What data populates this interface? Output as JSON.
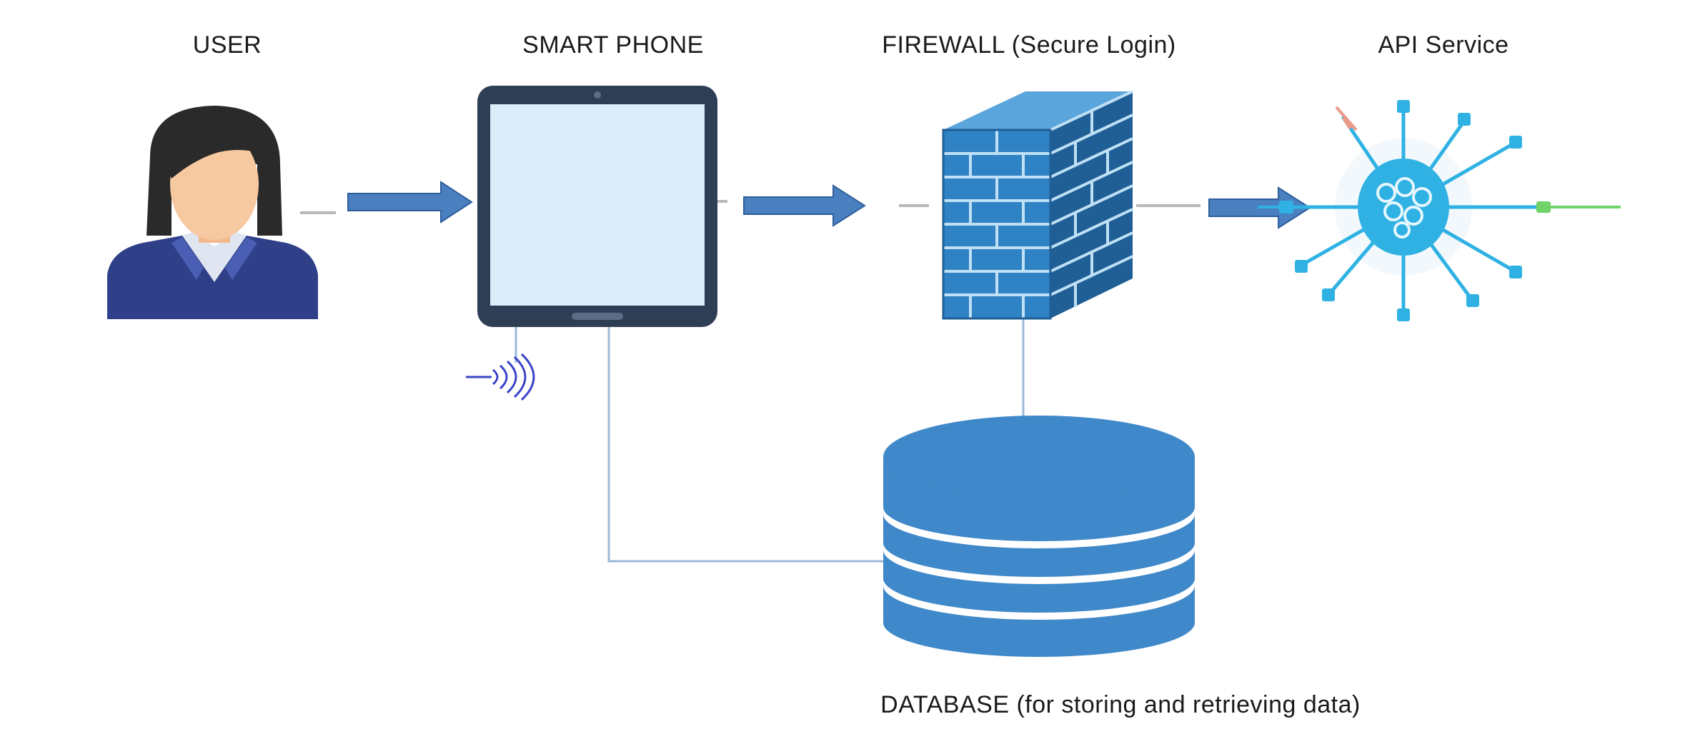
{
  "nodes": {
    "user": {
      "label": "USER",
      "icon": "user-avatar-icon"
    },
    "smartphone": {
      "label": "SMART PHONE",
      "icon": "tablet-icon"
    },
    "firewall": {
      "label": "FIREWALL (Secure Login)",
      "icon": "brick-wall-icon"
    },
    "api": {
      "label": "API Service",
      "icon": "api-hub-icon"
    },
    "database": {
      "label": "DATABASE (for storing and retrieving data)",
      "icon": "database-cylinder-icon"
    }
  },
  "colors": {
    "arrow": "#4a7fc0",
    "arrow_stroke": "#2f5f9c",
    "device_frame": "#2e3e55",
    "device_screen": "#dcecf8",
    "firewall_face": "#2f82c4",
    "firewall_side": "#1f5f96",
    "firewall_mortar": "#bfe0f5",
    "database": "#3f88c9",
    "api_hub": "#2fb2e3",
    "person_suit": "#2f3f88",
    "person_hair": "#2a2a2a",
    "person_skin": "#f7c9a0",
    "connector": "#9bb9d9"
  }
}
